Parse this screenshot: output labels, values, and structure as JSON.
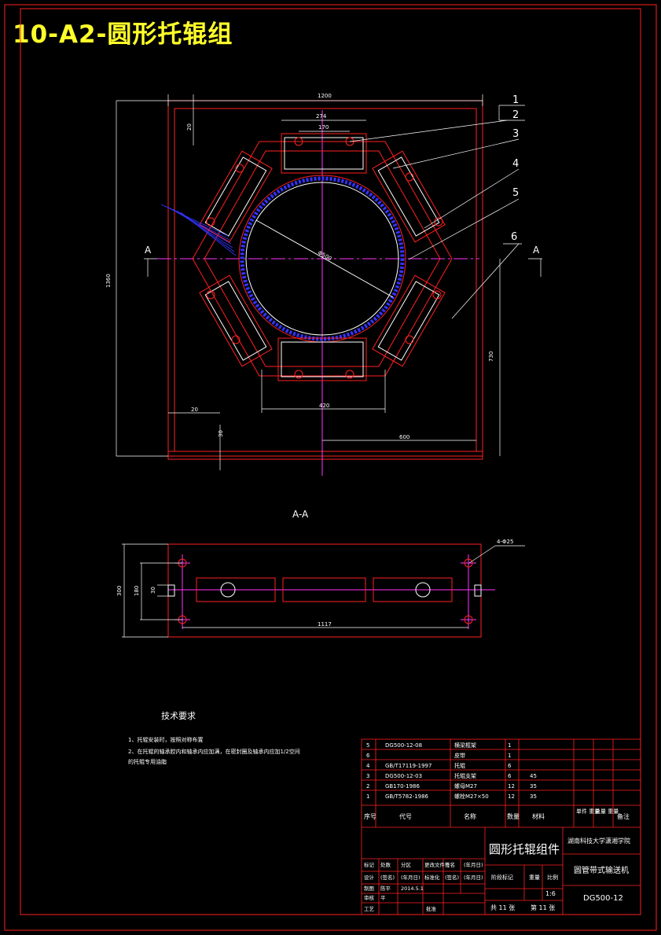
{
  "title": "10-A2-圆形托辊组",
  "dimensions": {
    "width": "1200",
    "offset_20_top": "20",
    "spacing_274": "274",
    "spacing_170": "170",
    "height": "1360",
    "diameter": "Φ500",
    "bottom_20": "20",
    "width_420": "420",
    "right_730": "730",
    "dim_30": "30",
    "dim_600": "600",
    "sec_300": "300",
    "sec_180": "180",
    "sec_30": "30",
    "sec_1117": "1117"
  },
  "section_label": "A-A",
  "section_mark": "A",
  "bolt_callout": "4-Φ25",
  "balloons": [
    "1",
    "2",
    "3",
    "4",
    "5",
    "6"
  ],
  "tech_req": {
    "heading": "技术要求",
    "line1": "1、托辊安装时，按照对称布置",
    "line2": "2、在托辊的轴承腔内和轴承内应加满，在密封圈及轴承内应加1/2空间",
    "line3": "的托辊专用油脂"
  },
  "bom": {
    "rows": [
      {
        "no": "5",
        "code": "DG500-12-08",
        "name": "横梁框架",
        "qty": "1",
        "mat": "",
        "w1": "",
        "w2": "",
        "note": ""
      },
      {
        "no": "6",
        "code": "",
        "name": "皮带",
        "qty": "1",
        "mat": "",
        "w1": "",
        "w2": "",
        "note": ""
      },
      {
        "no": "4",
        "code": "GB/T17119-1997",
        "name": "托辊",
        "qty": "6",
        "mat": "",
        "w1": "",
        "w2": "",
        "note": ""
      },
      {
        "no": "3",
        "code": "DG500-12-03",
        "name": "托辊支架",
        "qty": "6",
        "mat": "45",
        "w1": "",
        "w2": "",
        "note": ""
      },
      {
        "no": "2",
        "code": "GB170-1986",
        "name": "螺母M27",
        "qty": "12",
        "mat": "35",
        "w1": "",
        "w2": "",
        "note": ""
      },
      {
        "no": "1",
        "code": "GB/T5782-1986",
        "name": "螺栓M27×50",
        "qty": "12",
        "mat": "35",
        "w1": "",
        "w2": "",
        "note": ""
      }
    ],
    "header": {
      "no": "序号",
      "code": "代号",
      "name": "名称",
      "qty": "数量",
      "mat": "材料",
      "unit_weight": "单件 重量",
      "total_weight": "总量 重量",
      "note": "备注"
    }
  },
  "title_block": {
    "part_name": "圆形托辊组件",
    "org": "湖南科技大学潇湘学院",
    "product": "圆管带式输送机",
    "drawing_no": "DG500-12",
    "scale": "1:6",
    "sheet_total": "共 11 张",
    "sheet_no": "第 11 张",
    "r1": [
      "标记",
      "处数",
      "分区",
      "更改文件号",
      "签名",
      "(年月日)"
    ],
    "r2": [
      "设计",
      "(签名)",
      "(年月日)",
      "标准化",
      "(签名)",
      "(年月日)"
    ],
    "r3": [
      "制图",
      "陈平",
      "2014.5.1"
    ],
    "r4": [
      "审核",
      "平"
    ],
    "r5": [
      "工艺",
      "",
      "",
      "批准"
    ],
    "stage": "阶段标记",
    "weight": "重量",
    "ratio": "比例"
  },
  "colors": {
    "bg": "#000000",
    "red": "#ff2020",
    "white": "#ffffff",
    "magenta": "#ff33ff",
    "yellow": "#ffff2a",
    "blue": "#3333ff",
    "cyan": "#33ffff"
  }
}
